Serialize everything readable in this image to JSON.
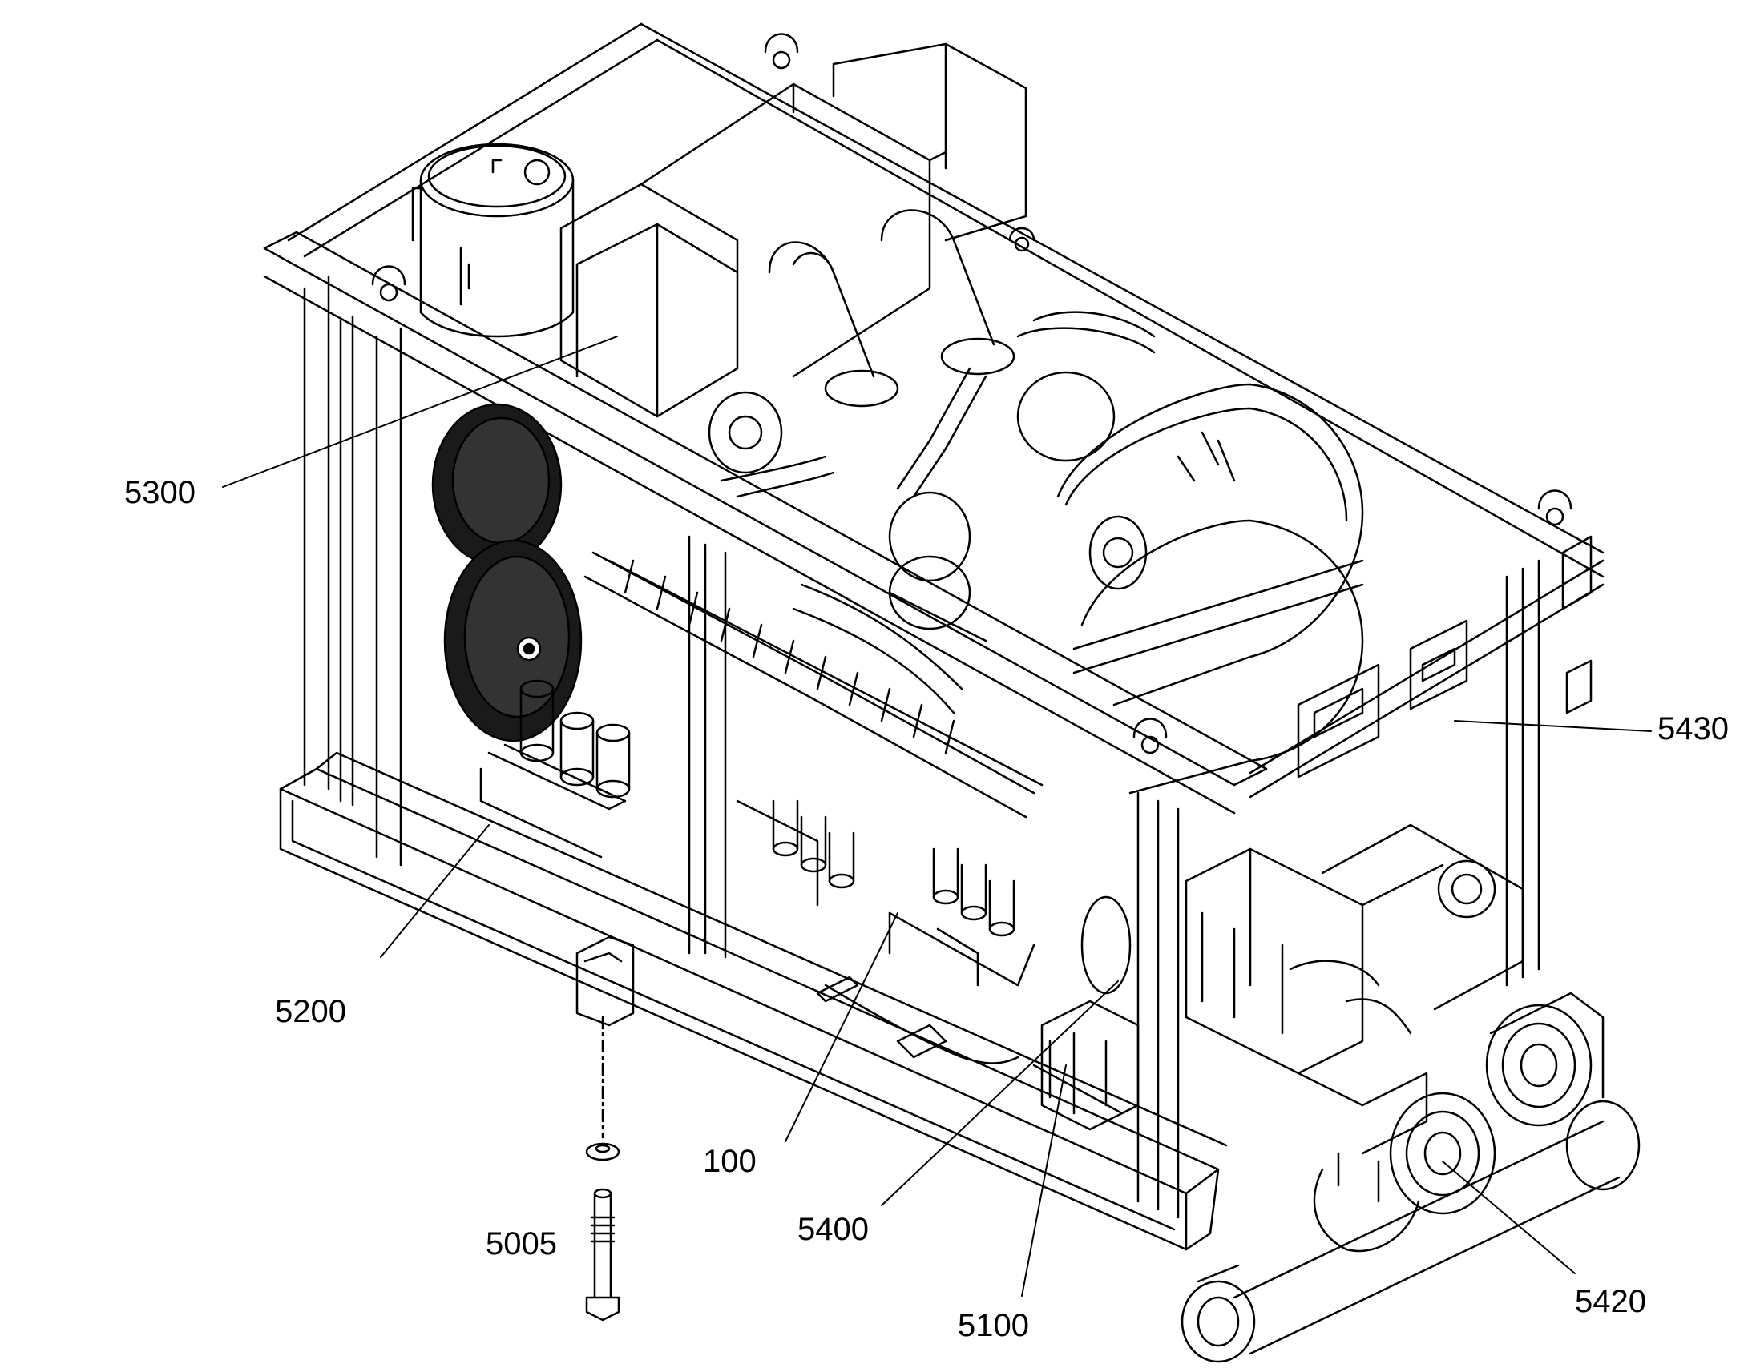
{
  "callouts": {
    "c5300": "5300",
    "c5430": "5430",
    "c5200": "5200",
    "c100": "100",
    "c5400": "5400",
    "c5005": "5005",
    "c5100": "5100",
    "c5420": "5420"
  },
  "colors": {
    "line": "#000000",
    "background": "#ffffff",
    "fan": "#1a1a1a"
  }
}
